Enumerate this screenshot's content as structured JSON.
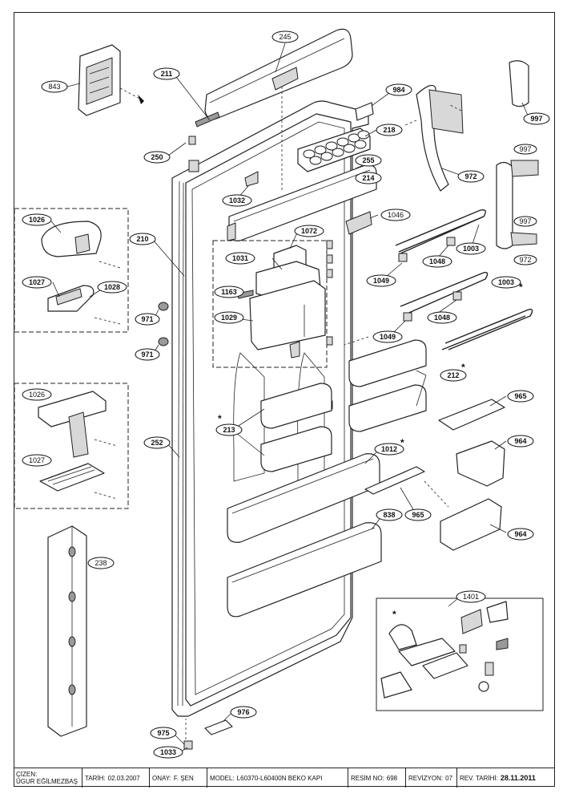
{
  "callouts": [
    {
      "id": "843"
    },
    {
      "id": "245"
    },
    {
      "id": "211"
    },
    {
      "id": "984"
    },
    {
      "id": "997"
    },
    {
      "id": "218"
    },
    {
      "id": "250"
    },
    {
      "id": "255"
    },
    {
      "id": "214"
    },
    {
      "id": "972"
    },
    {
      "id": "1032"
    },
    {
      "id": "1026"
    },
    {
      "id": "210"
    },
    {
      "id": "1072"
    },
    {
      "id": "1046"
    },
    {
      "id": "1031"
    },
    {
      "id": "1048"
    },
    {
      "id": "1003"
    },
    {
      "id": "1027"
    },
    {
      "id": "1028"
    },
    {
      "id": "1163"
    },
    {
      "id": "1049"
    },
    {
      "id": "971"
    },
    {
      "id": "1029"
    },
    {
      "id": "212"
    },
    {
      "id": "965"
    },
    {
      "id": "213"
    },
    {
      "id": "964"
    },
    {
      "id": "252"
    },
    {
      "id": "1012"
    },
    {
      "id": "838"
    },
    {
      "id": "238"
    },
    {
      "id": "1401"
    },
    {
      "id": "976"
    },
    {
      "id": "975"
    },
    {
      "id": "1033"
    }
  ],
  "asterisk": "*",
  "title_block": {
    "drawer_label": "ÇİZEN:",
    "drawer_name": "ÜGUR EĞİLMEZBAŞ",
    "date_label": "TARİH:",
    "date_value": "02.03.2007",
    "approval_label": "ONAY:",
    "approval_value": "F. ŞEN",
    "model_label": "MODEL:",
    "model_value": "L60370-L60400N BEKO KAPI",
    "drawing_no_label": "RESİM NO:",
    "drawing_no_value": "698",
    "revision_label": "REVİZYON:",
    "revision_value": "07",
    "rev_date_label": "REV. TARİHİ:",
    "rev_date_value": "28.11.2011"
  }
}
